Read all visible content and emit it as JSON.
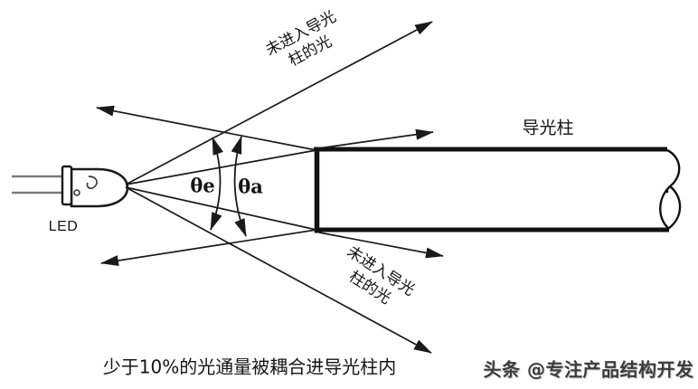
{
  "page": {
    "background": "#ffffff"
  },
  "diagram": {
    "colors": {
      "line": "#1a1a1a",
      "lead_gray": "#7a7a7a",
      "watermark_gray": "#3c3c3c"
    },
    "led": {
      "label": "LED"
    },
    "light_pipe": {
      "label": "导光柱"
    },
    "angles": {
      "emission_label": "θe",
      "acceptance_label": "θa"
    },
    "stray_light_top": {
      "line1": "未进入导光",
      "line2": "柱的光"
    },
    "stray_light_bottom": {
      "line1": "未进入导光",
      "line2": "柱的光"
    },
    "caption": "少于10%的光通量被耦合进导光柱内",
    "watermark": "头条 @专注产品结构开发"
  }
}
